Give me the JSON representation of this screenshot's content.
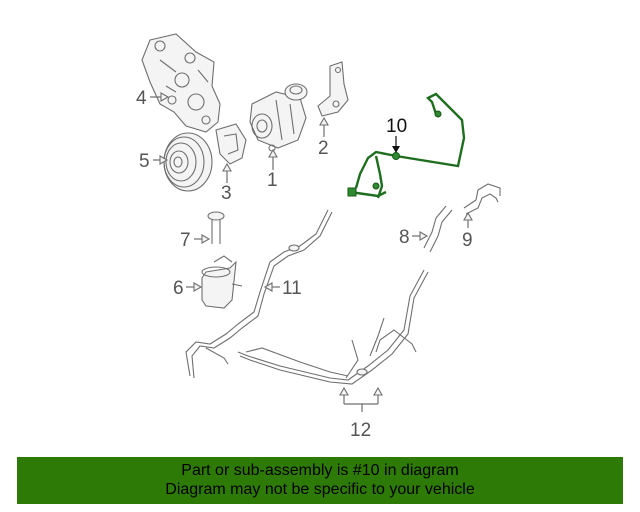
{
  "diagram": {
    "callouts": {
      "p1": "1",
      "p2": "2",
      "p3": "3",
      "p4": "4",
      "p5": "5",
      "p6": "6",
      "p7": "7",
      "p8": "8",
      "p9": "9",
      "p10": "10",
      "p11": "11",
      "p12": "12"
    },
    "highlight_part": "10",
    "colors": {
      "highlight": "#2f8a2f",
      "banner": "#2e7a06",
      "line_art": "#6f6f6f"
    }
  },
  "banner": {
    "line1": "Part or sub-assembly is #10 in diagram",
    "line2": "Diagram may not be specific to your vehicle"
  }
}
